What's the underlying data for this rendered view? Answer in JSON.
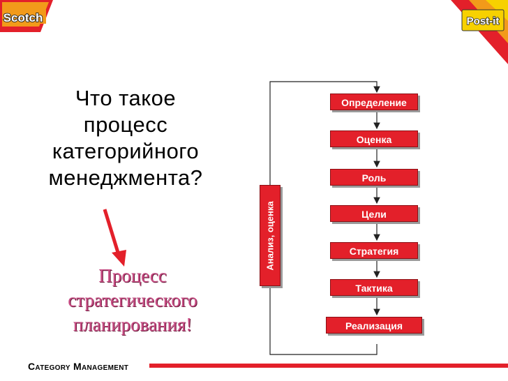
{
  "brand": {
    "left_logo": "Scotch",
    "right_logo": "Post-it"
  },
  "title": {
    "lines": [
      "Что такое",
      "процесс",
      "категорийного",
      "менеджмента?"
    ]
  },
  "answer": {
    "lines": [
      "Процесс",
      "стратегического",
      "планирования!"
    ]
  },
  "diagram": {
    "steps": [
      "Определение",
      "Оценка",
      "Роль",
      "Цели",
      "Стратегия",
      "Тактика",
      "Реализация"
    ],
    "feedback_label": "Анализ, оценка"
  },
  "footer": {
    "text": "Category Management"
  },
  "colors": {
    "accent_red": "#e3202a",
    "answer_pink": "#c84c84",
    "logo_yellow": "#f7d100",
    "logo_orange": "#f29a1a"
  }
}
